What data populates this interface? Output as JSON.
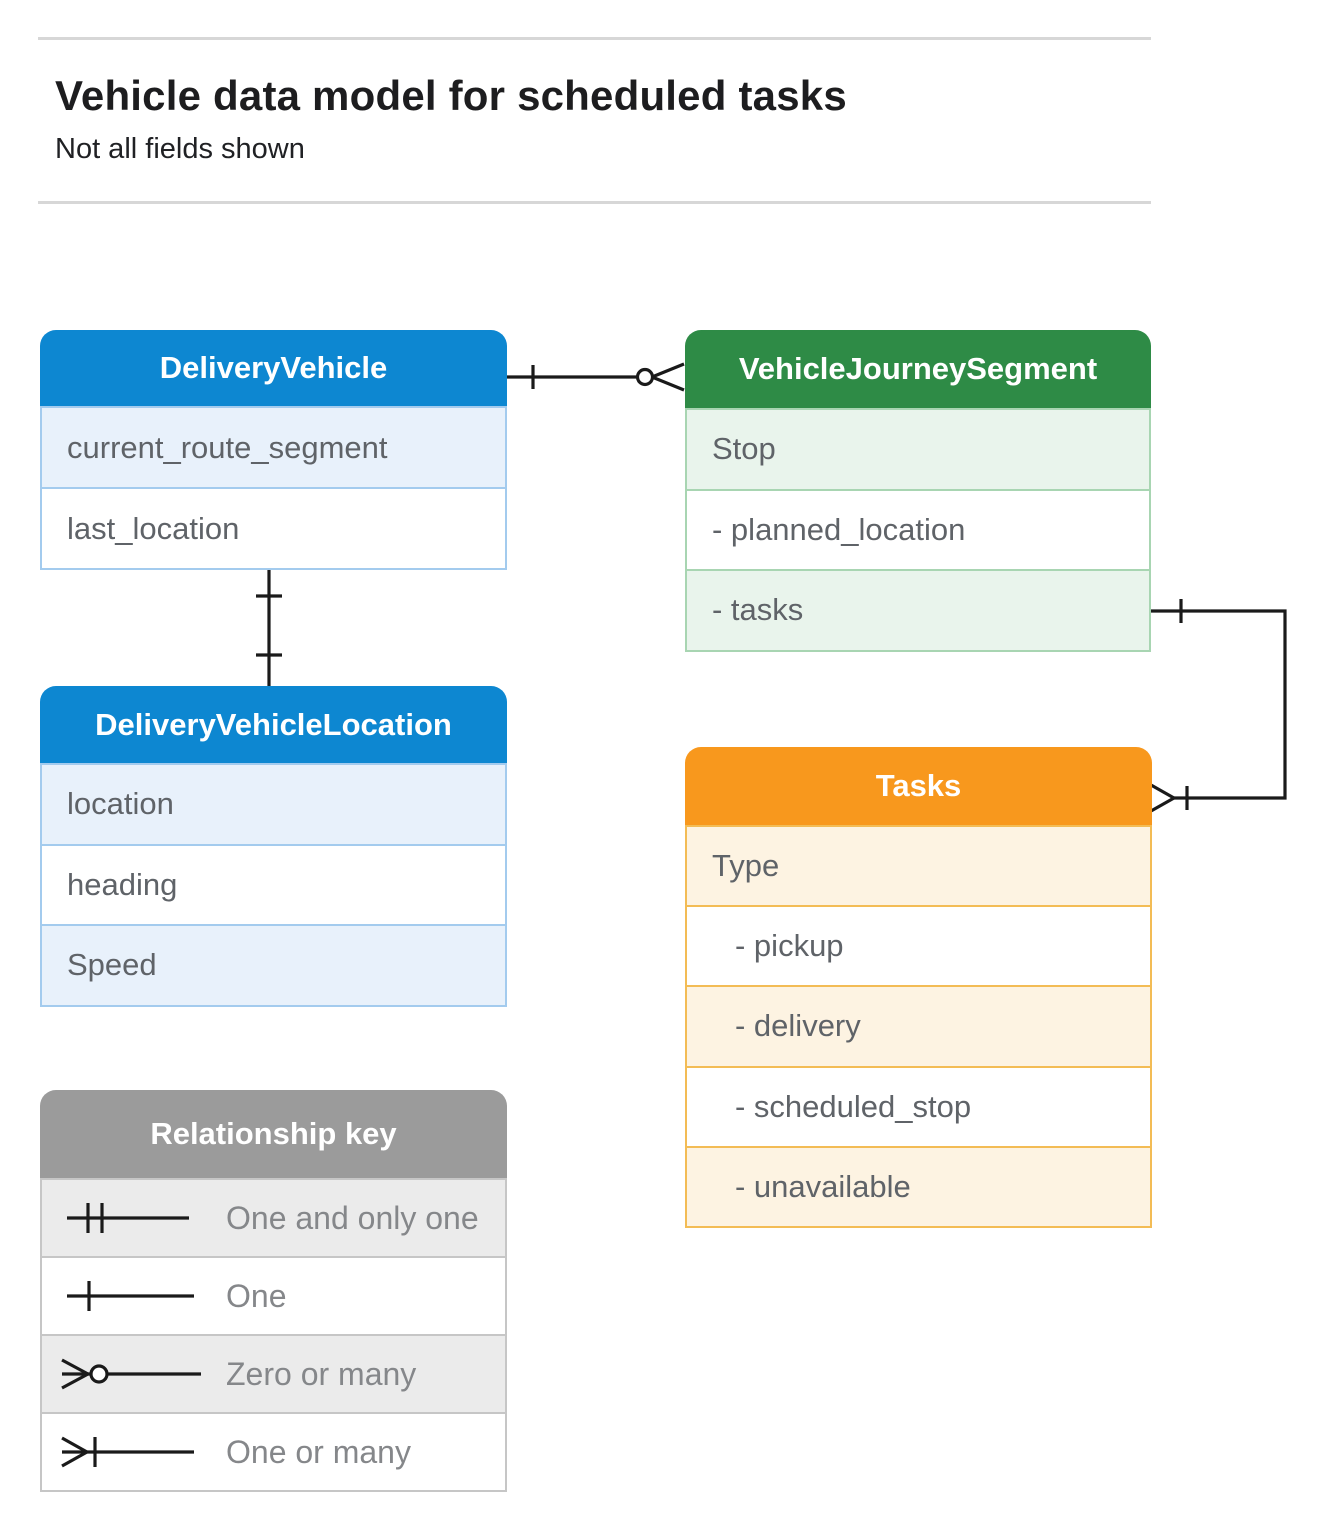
{
  "page": {
    "title": "Vehicle data model for scheduled tasks",
    "subtitle": "Not all fields shown"
  },
  "colors": {
    "blue_header": "#0d87d1",
    "blue_row": "#e8f1fb",
    "green_header": "#2e8b46",
    "green_row": "#e9f4ec",
    "orange_header": "#f8981d",
    "orange_row": "#fdf3e2",
    "gray_header": "#9b9b9b",
    "gray_row": "#ebebeb",
    "row_text": "#5f6368",
    "connector": "#1a1a1a"
  },
  "entities": {
    "delivery_vehicle": {
      "title": "DeliveryVehicle",
      "rows": [
        "current_route_segment",
        "last_location"
      ]
    },
    "vehicle_journey_segment": {
      "title": "VehicleJourneySegment",
      "rows": [
        "Stop",
        "- planned_location",
        "- tasks"
      ]
    },
    "delivery_vehicle_location": {
      "title": "DeliveryVehicleLocation",
      "rows": [
        "location",
        "heading",
        "Speed"
      ]
    },
    "tasks": {
      "title": "Tasks",
      "rows": [
        "Type",
        "- pickup",
        "- delivery",
        "- scheduled_stop",
        "- unavailable"
      ]
    }
  },
  "legend": {
    "title": "Relationship key",
    "items": [
      {
        "symbol": "one-and-only-one",
        "label": "One and only one"
      },
      {
        "symbol": "one",
        "label": "One"
      },
      {
        "symbol": "zero-or-many",
        "label": "Zero or many"
      },
      {
        "symbol": "one-or-many",
        "label": "One or many"
      }
    ]
  },
  "relationships": [
    {
      "from": "DeliveryVehicle",
      "to": "VehicleJourneySegment",
      "from_cardinality": "one",
      "to_cardinality": "zero-or-many"
    },
    {
      "from": "DeliveryVehicle",
      "to": "DeliveryVehicleLocation",
      "from_cardinality": "one",
      "to_cardinality": "one"
    },
    {
      "from": "VehicleJourneySegment.tasks",
      "to": "Tasks",
      "from_cardinality": "one",
      "to_cardinality": "one-or-many"
    }
  ]
}
